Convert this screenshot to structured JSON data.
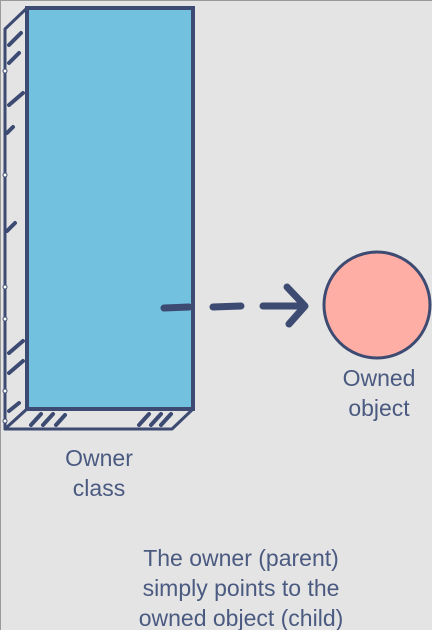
{
  "owner": {
    "label_line1": "Owner",
    "label_line2": "class"
  },
  "owned": {
    "label_line1": "Owned",
    "label_line2": "object"
  },
  "caption": {
    "line1": "The owner (parent)",
    "line2": "simply points to the",
    "line3": "owned object (child)"
  },
  "colors": {
    "background": "#e4e4e4",
    "box_fill": "#72c1df",
    "circle_fill": "#ffaea5",
    "ink": "#3d4a72",
    "text": "#4a5a80"
  }
}
